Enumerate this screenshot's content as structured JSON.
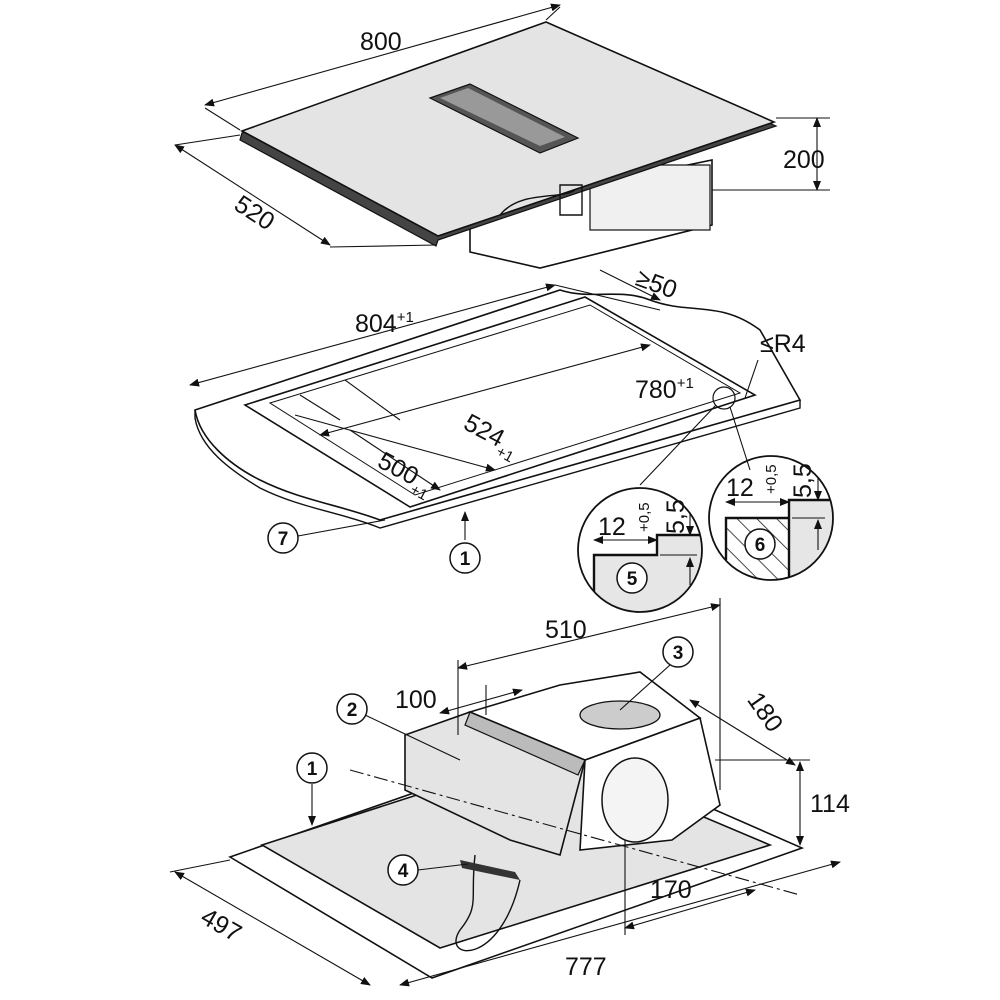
{
  "dimensions": {
    "hob_width": "800",
    "hob_depth": "520",
    "hob_height": "200",
    "cutout_outer_width": "804",
    "cutout_outer_width_tol": "+1",
    "edge_min": "≥50",
    "corner_radius": "≤R4",
    "cutout_inner_width": "780",
    "cutout_inner_width_tol": "+1",
    "cutout_outer_depth": "524",
    "cutout_outer_depth_tol": "+1",
    "cutout_inner_depth": "500",
    "cutout_inner_depth_tol": "+1",
    "rebate_width": "12",
    "rebate_width_tol": "+0,5",
    "rebate_depth": "5,5",
    "fan_length": "510",
    "fan_offset": "100",
    "fan_depth": "180",
    "fan_height": "114",
    "outlet_offset": "170",
    "base_depth": "497",
    "base_width": "777"
  },
  "callouts": {
    "c1": "1",
    "c2": "2",
    "c3": "3",
    "c4": "4",
    "c5": "5",
    "c6": "6",
    "c7": "7"
  }
}
